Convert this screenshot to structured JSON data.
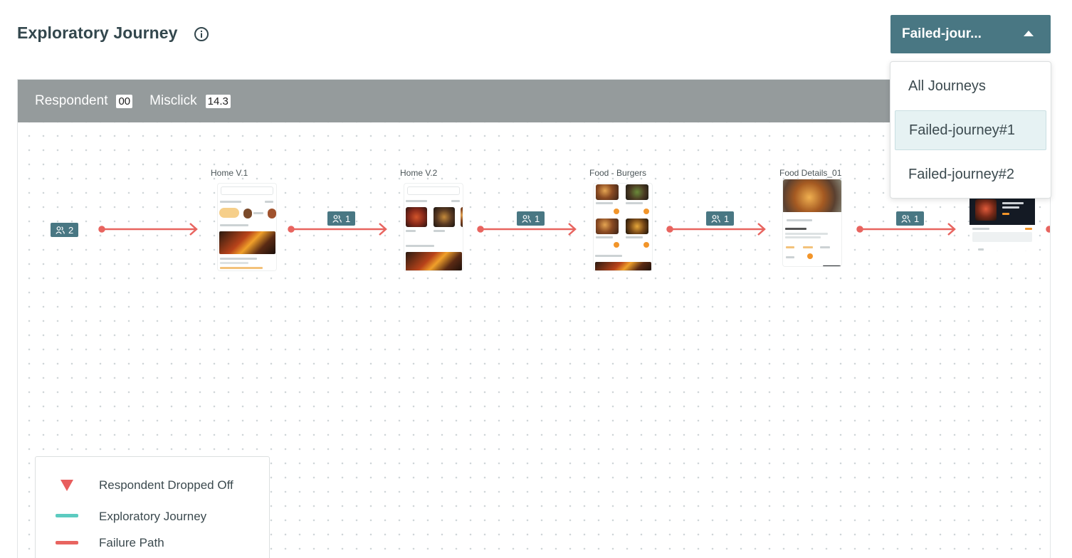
{
  "header": {
    "title": "Exploratory Journey",
    "info_icon": "info-circle-icon"
  },
  "dropdown": {
    "selected_label": "Failed-jour...",
    "options": [
      {
        "label": "All Journeys",
        "selected": false
      },
      {
        "label": "Failed-journey#1",
        "selected": true
      },
      {
        "label": "Failed-journey#2",
        "selected": false
      }
    ],
    "caret_icon": "caret-up-icon"
  },
  "stats": {
    "respondent_label": "Respondent",
    "respondent_value": "00",
    "misclick_label": "Misclick",
    "misclick_value": "14.3"
  },
  "flow": {
    "start_count": "2",
    "screens": [
      {
        "label": "Home V.1"
      },
      {
        "label": "Home V.2"
      },
      {
        "label": "Food - Burgers"
      },
      {
        "label": "Food Details_01"
      },
      {
        "label": ""
      }
    ],
    "transition_counts": [
      "1",
      "1",
      "1",
      "1"
    ],
    "path_color": "#e8645f",
    "badge_color": "#497783"
  },
  "legend": {
    "items": [
      {
        "label": "Respondent Dropped Off",
        "icon": "triangle-down-icon",
        "color": "#e85d5d"
      },
      {
        "label": "Exploratory Journey",
        "icon": "teal-line-icon",
        "color": "#5ccbc0"
      },
      {
        "label": "Failure Path",
        "icon": "red-line-icon",
        "color": "#e8645f"
      }
    ]
  }
}
